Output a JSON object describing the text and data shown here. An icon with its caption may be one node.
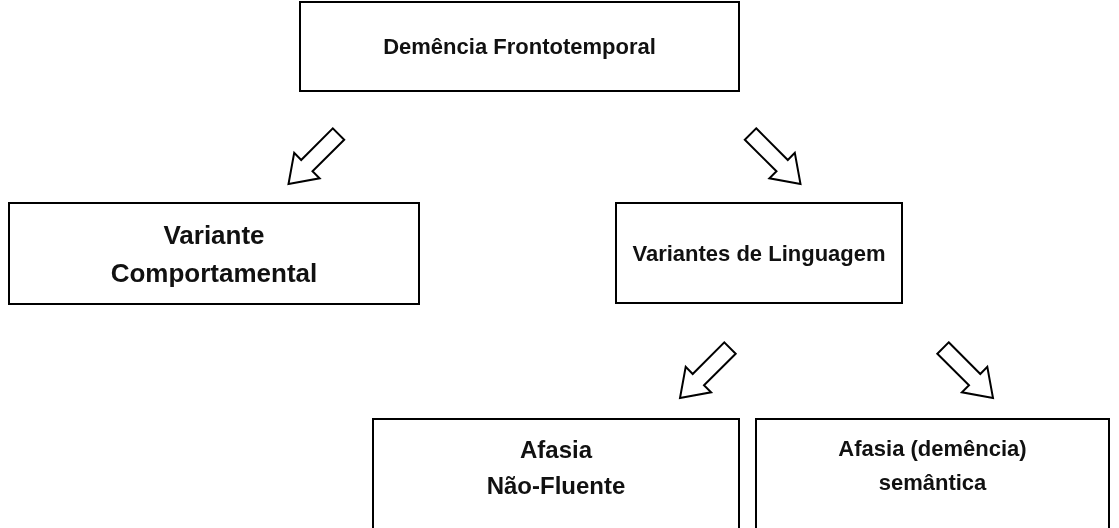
{
  "diagram": {
    "nodes": [
      {
        "text": [
          "Demência Frontotemporal"
        ]
      },
      {
        "text": [
          "Variante Comportamental"
        ]
      },
      {
        "text": [
          "Variantes de Linguagem"
        ]
      },
      {
        "text": [
          "Afasia Não-Fluente"
        ]
      },
      {
        "text": [
          "Afasia (demência) semântica"
        ]
      }
    ],
    "edges": [
      {
        "from": 0,
        "to": 1,
        "arrow": "to"
      },
      {
        "from": 0,
        "to": 2,
        "arrow": "to"
      },
      {
        "from": 2,
        "to": 3,
        "arrow": "to"
      },
      {
        "from": 2,
        "to": 4,
        "arrow": "to"
      }
    ]
  }
}
